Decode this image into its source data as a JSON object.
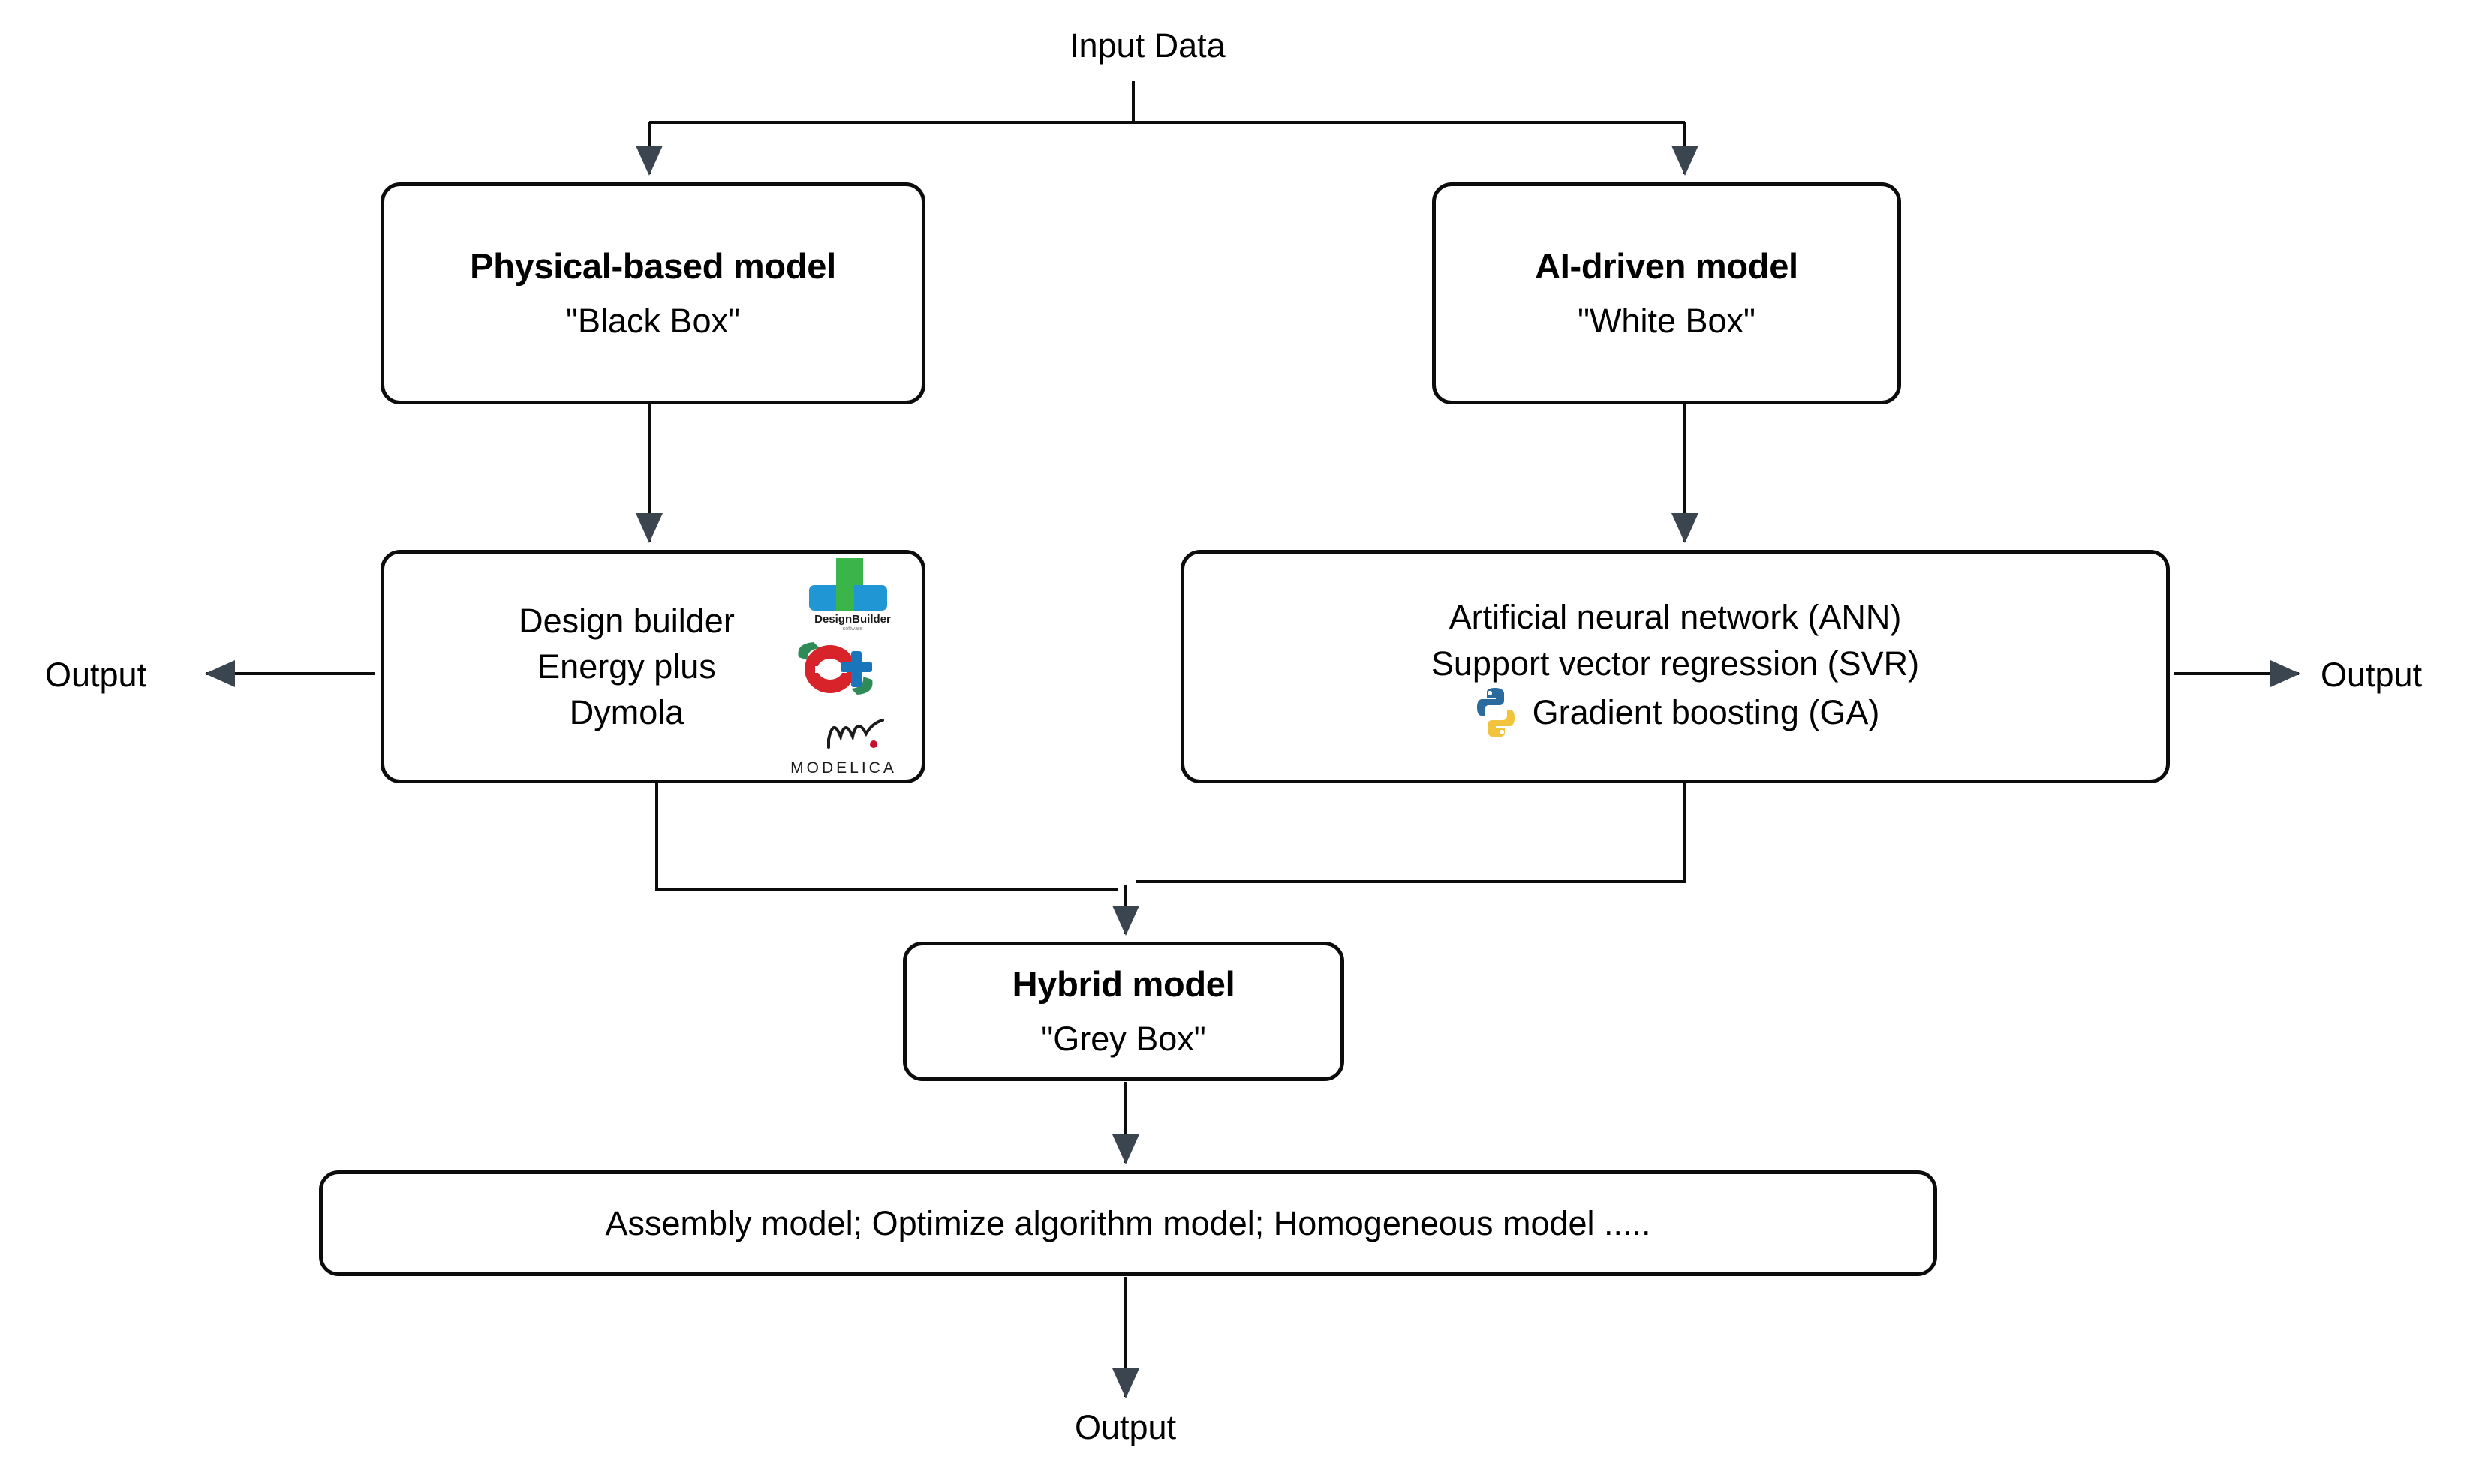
{
  "diagram": {
    "title_label": "Input Data",
    "background_color": "#ffffff",
    "line_color": "#0c0c0c",
    "arrow_fill": "#3a4550"
  },
  "nodes": {
    "physical_model": {
      "title": "Physical-based model",
      "subtitle": "\"Black Box\""
    },
    "ai_model": {
      "title": "AI-driven model",
      "subtitle": "\"White Box\""
    },
    "tools": {
      "line1": "Design builder",
      "line2": "Energy plus",
      "line3": "Dymola",
      "logos": [
        {
          "name": "designbuilder-logo",
          "caption": "DesignBuilder",
          "colors": [
            "#3bb54a",
            "#2196d4"
          ]
        },
        {
          "name": "energyplus-logo",
          "colors": [
            "#d8232a",
            "#1b75bb",
            "#2e8b57"
          ]
        },
        {
          "name": "modelica-logo",
          "caption": "MODELICA",
          "colors": [
            "#1a1a1a",
            "#c8102e"
          ]
        }
      ]
    },
    "methods": {
      "line1": "Artificial neural network (ANN)",
      "line2": "Support vector regression (SVR)",
      "line3": "Gradient boosting (GA)",
      "logo": {
        "name": "python-logo",
        "colors": [
          "#2b6a9c",
          "#f2c43d"
        ]
      }
    },
    "hybrid_model": {
      "title": "Hybrid model",
      "subtitle": "\"Grey Box\""
    },
    "assembly": {
      "text": "Assembly model;  Optimize algorithm model; Homogeneous model ....."
    }
  },
  "outputs": {
    "left": "Output",
    "right": "Output",
    "bottom": "Output"
  }
}
